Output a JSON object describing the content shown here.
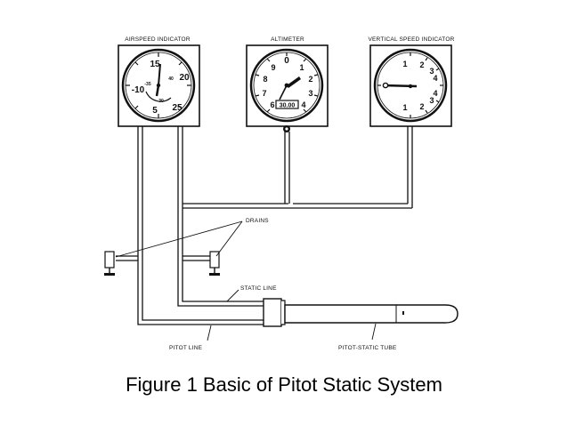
{
  "instruments": {
    "airspeed": {
      "label": "AIRSPEED INDICATOR",
      "dial": [
        "15",
        "20",
        "-10",
        "5",
        "25",
        "-35",
        "40",
        "30"
      ]
    },
    "altimeter": {
      "label": "ALTIMETER",
      "dial": [
        "0",
        "9",
        "1",
        "8",
        "2",
        "7",
        "3",
        "6",
        "4"
      ],
      "window": "30.00"
    },
    "vsi": {
      "label": "VERTICAL SPEED INDICATOR",
      "dial": [
        "1",
        "2",
        "3",
        "4",
        "1",
        "2",
        "3",
        "4"
      ]
    }
  },
  "callouts": {
    "drains": "DRAINS",
    "static_line": "STATIC LINE",
    "pitot_line": "PITOT LINE",
    "pitot_static_tube": "PITOT-STATIC TUBE"
  },
  "caption": "Figure 1 Basic of Pitot Static System"
}
